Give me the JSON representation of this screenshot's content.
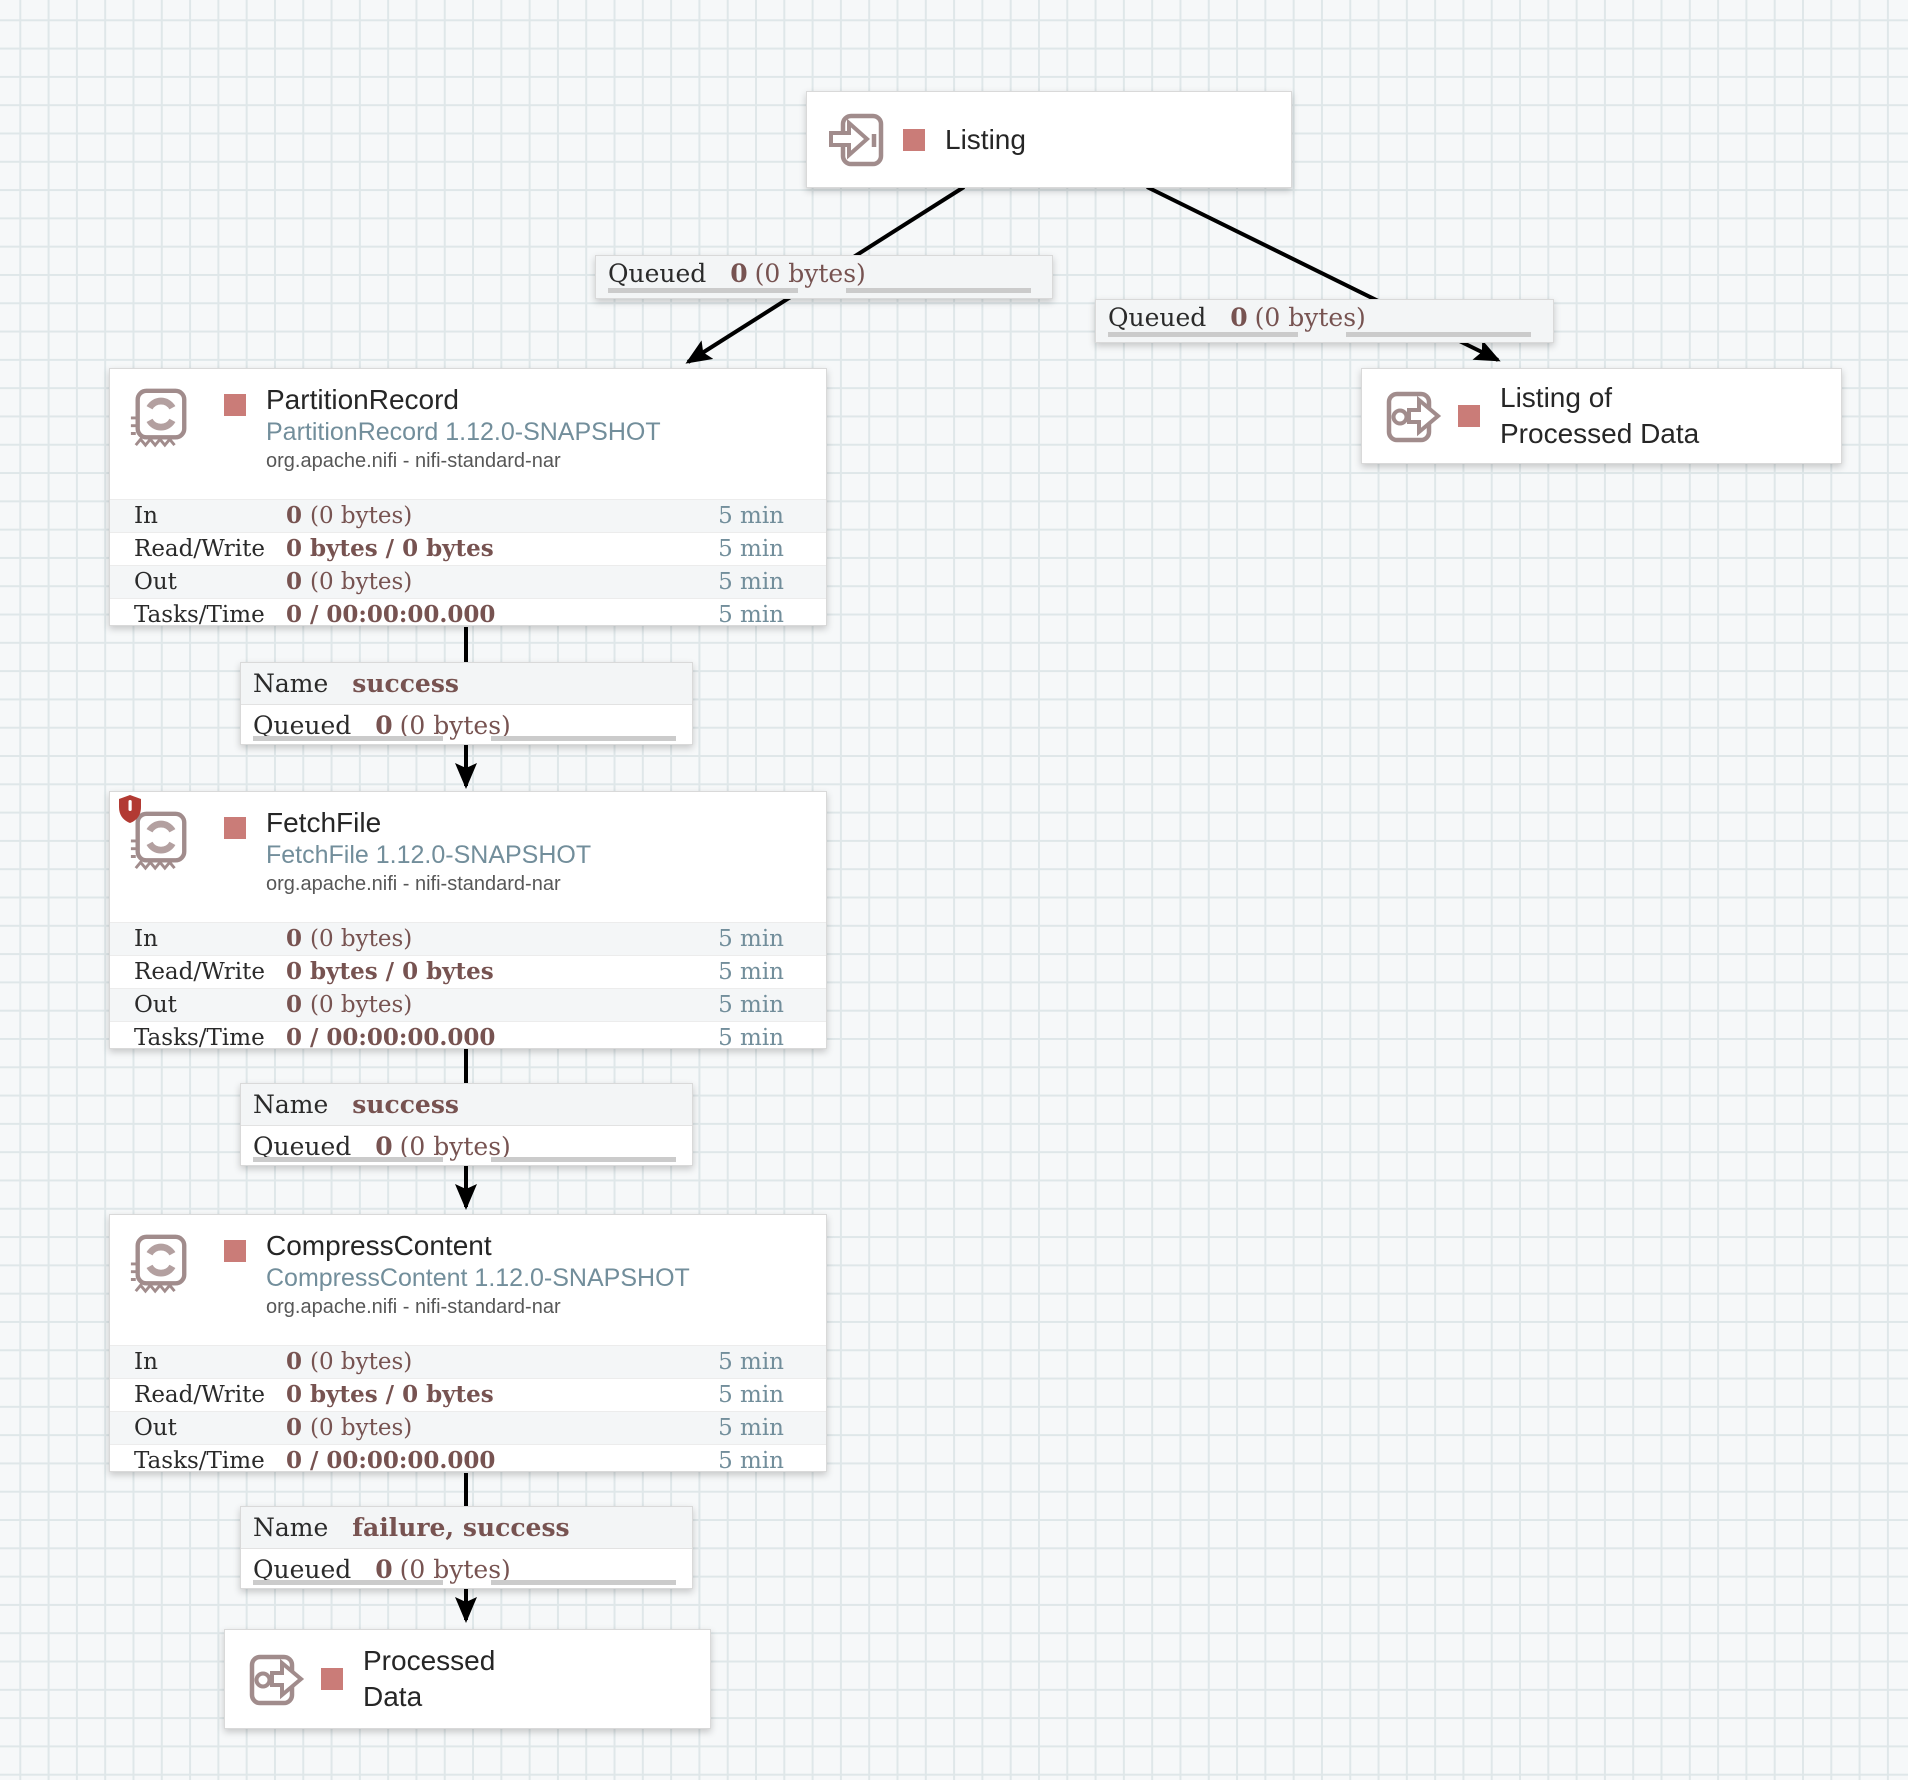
{
  "ui_labels": {
    "name": "Name",
    "queued": "Queued",
    "in": "In",
    "read_write": "Read/Write",
    "out": "Out",
    "tasks_time": "Tasks/Time",
    "time_window": "5 min"
  },
  "ports": {
    "listing": {
      "name": "Listing",
      "type": "input-port"
    },
    "listing_processed": {
      "name": "Listing of Processed Data",
      "type": "output-port"
    },
    "processed_data": {
      "name": "Processed Data",
      "type": "output-port"
    }
  },
  "processors": {
    "partition_record": {
      "name": "PartitionRecord",
      "type_version": "PartitionRecord 1.12.0-SNAPSHOT",
      "bundle": "org.apache.nifi - nifi-standard-nar",
      "restricted": false,
      "stats": {
        "in_count": "0",
        "in_size": "(0 bytes)",
        "read_write": "0 bytes / 0 bytes",
        "out_count": "0",
        "out_size": "(0 bytes)",
        "tasks_time": "0 / 00:00:00.000"
      }
    },
    "fetch_file": {
      "name": "FetchFile",
      "type_version": "FetchFile 1.12.0-SNAPSHOT",
      "bundle": "org.apache.nifi - nifi-standard-nar",
      "restricted": true,
      "stats": {
        "in_count": "0",
        "in_size": "(0 bytes)",
        "read_write": "0 bytes / 0 bytes",
        "out_count": "0",
        "out_size": "(0 bytes)",
        "tasks_time": "0 / 00:00:00.000"
      }
    },
    "compress_content": {
      "name": "CompressContent",
      "type_version": "CompressContent 1.12.0-SNAPSHOT",
      "bundle": "org.apache.nifi - nifi-standard-nar",
      "restricted": false,
      "stats": {
        "in_count": "0",
        "in_size": "(0 bytes)",
        "read_write": "0 bytes / 0 bytes",
        "out_count": "0",
        "out_size": "(0 bytes)",
        "tasks_time": "0 / 00:00:00.000"
      }
    }
  },
  "connections": {
    "listing_to_partition": {
      "queued_count": "0",
      "queued_size": "(0 bytes)"
    },
    "listing_to_output": {
      "queued_count": "0",
      "queued_size": "(0 bytes)"
    },
    "partition_to_fetch": {
      "name": "success",
      "queued_count": "0",
      "queued_size": "(0 bytes)"
    },
    "fetch_to_compress": {
      "name": "success",
      "queued_count": "0",
      "queued_size": "(0 bytes)"
    },
    "compress_to_processed": {
      "name": "failure, success",
      "queued_count": "0",
      "queued_size": "(0 bytes)"
    }
  },
  "colors": {
    "stopped_status": "#ca7c78",
    "component_icon": "#a18c8c",
    "restricted_shield": "#b23a33",
    "stat_value_text": "#775351",
    "time_text": "#728e9b",
    "wire": "#000000",
    "canvas_bg": "#f6f8f9",
    "grid_line": "#dfe7e9",
    "progress_bar": "#cbcbcb"
  }
}
